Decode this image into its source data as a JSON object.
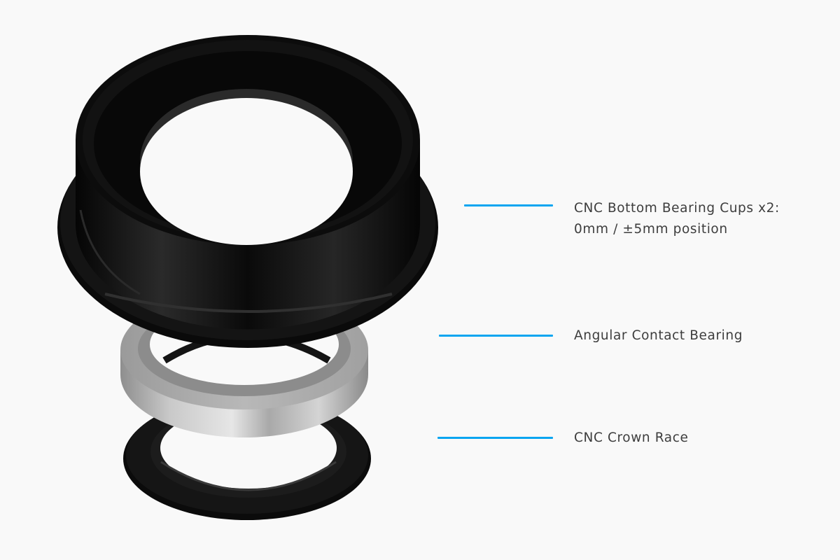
{
  "image": {
    "description": "Exploded view of bicycle headset bottom assembly on light background",
    "background_color": "#f9f9f9",
    "accent_color": "#0aa5f0",
    "text_color": "#3d3d3d"
  },
  "components": [
    {
      "name": "bottom-bearing-cup",
      "color": "#0b0b0b"
    },
    {
      "name": "angular-contact-bearing",
      "color": "#b4b4b4"
    },
    {
      "name": "crown-race",
      "color": "#0b0b0b"
    }
  ],
  "callouts": [
    {
      "line1": "CNC Bottom Bearing Cups x2:",
      "line2": "0mm / ±5mm position"
    },
    {
      "line1": "Angular Contact Bearing"
    },
    {
      "line1": "CNC Crown Race"
    }
  ]
}
